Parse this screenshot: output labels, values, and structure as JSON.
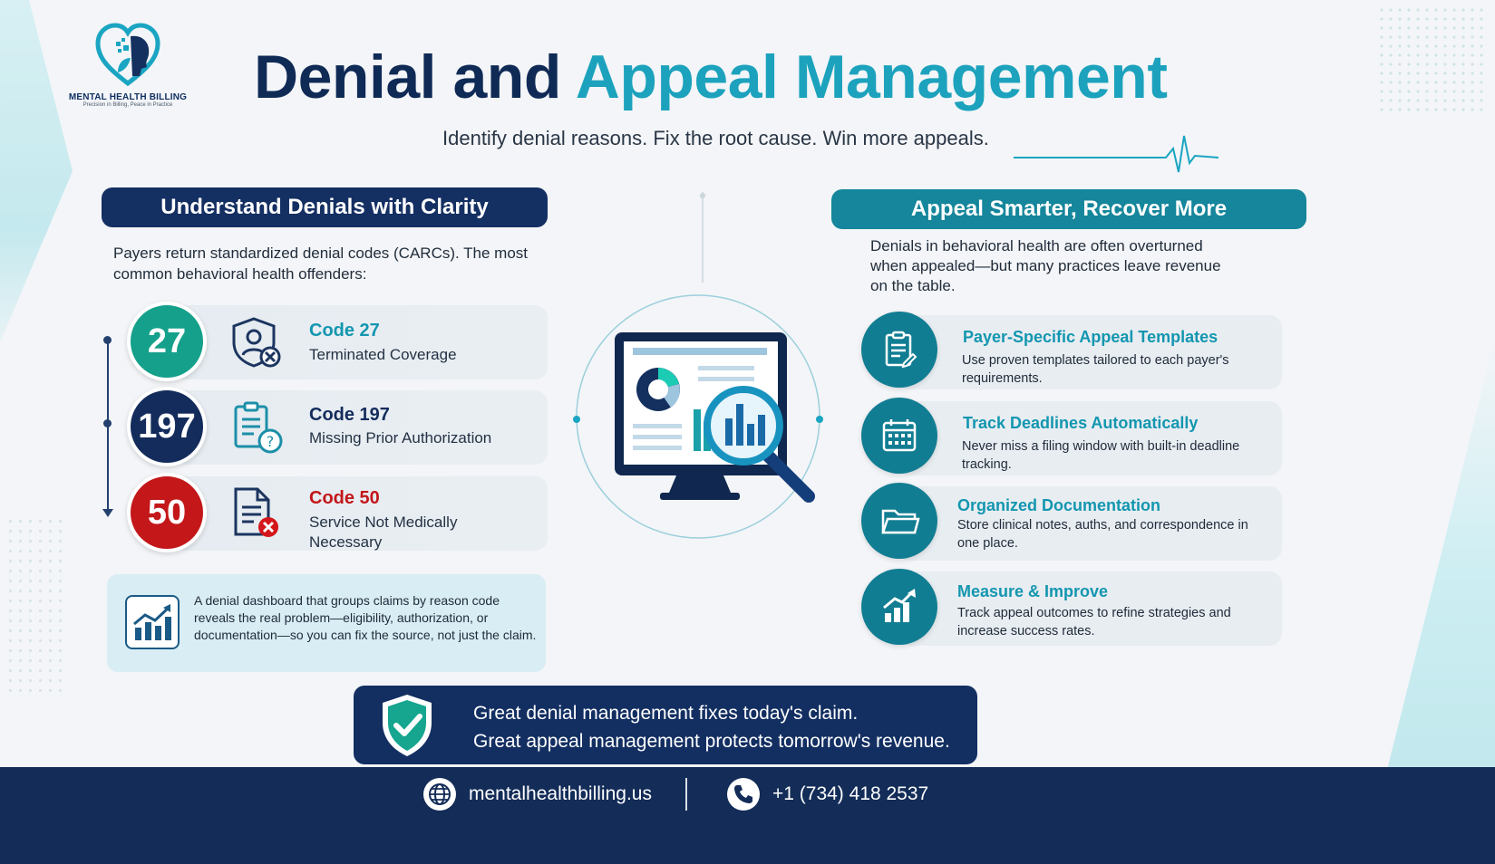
{
  "brand": {
    "name": "MENTAL HEALTH BILLING",
    "tagline": "Precision in Billing, Peace in Practice"
  },
  "header": {
    "title_part1": "Denial and",
    "title_part2": "Appeal Management",
    "subtitle": "Identify denial reasons. Fix the root cause. Win more appeals."
  },
  "left": {
    "heading": "Understand Denials with Clarity",
    "intro": "Payers return standardized denial codes (CARCs). The most common behavioral health offenders:",
    "codes": [
      {
        "number": "27",
        "title": "Code 27",
        "desc": "Terminated Coverage",
        "color": "#14a08a",
        "icon": "shield-user-x-icon"
      },
      {
        "number": "197",
        "title": "Code 197",
        "desc": "Missing Prior Authorization",
        "color": "#132c5c",
        "icon": "clipboard-question-icon"
      },
      {
        "number": "50",
        "title": "Code 50",
        "desc": "Service Not Medically Necessary",
        "color": "#c3171a",
        "icon": "document-x-icon"
      }
    ],
    "note": "A denial dashboard that groups claims by reason code reveals the real problem—eligibility, authorization, or documentation—so you can fix the source, not just the claim."
  },
  "right": {
    "heading": "Appeal Smarter, Recover More",
    "intro": "Denials in behavioral health are often overturned when appealed—but many practices leave revenue on the table.",
    "features": [
      {
        "title": "Payer-Specific Appeal Templates",
        "desc": "Use proven templates tailored to each payer's requirements.",
        "icon": "clipboard-edit-icon"
      },
      {
        "title": "Track Deadlines Automatically",
        "desc": "Never miss a filing window with built-in deadline tracking.",
        "icon": "calendar-icon"
      },
      {
        "title": "Organized Documentation",
        "desc": "Store clinical notes, auths, and correspondence in one place.",
        "icon": "folder-icon"
      },
      {
        "title": "Measure & Improve",
        "desc": "Track appeal outcomes to refine strategies and increase success rates.",
        "icon": "growth-chart-icon"
      }
    ]
  },
  "banner": {
    "line1": "Great denial management fixes today's claim.",
    "line2": "Great appeal management protects tomorrow's revenue."
  },
  "footer": {
    "website": "mentalhealthbilling.us",
    "phone": "+1 (734) 418 2537"
  },
  "colors": {
    "navy": "#132c5c",
    "teal": "#1396b0",
    "green": "#14a08a",
    "red": "#c3171a"
  }
}
